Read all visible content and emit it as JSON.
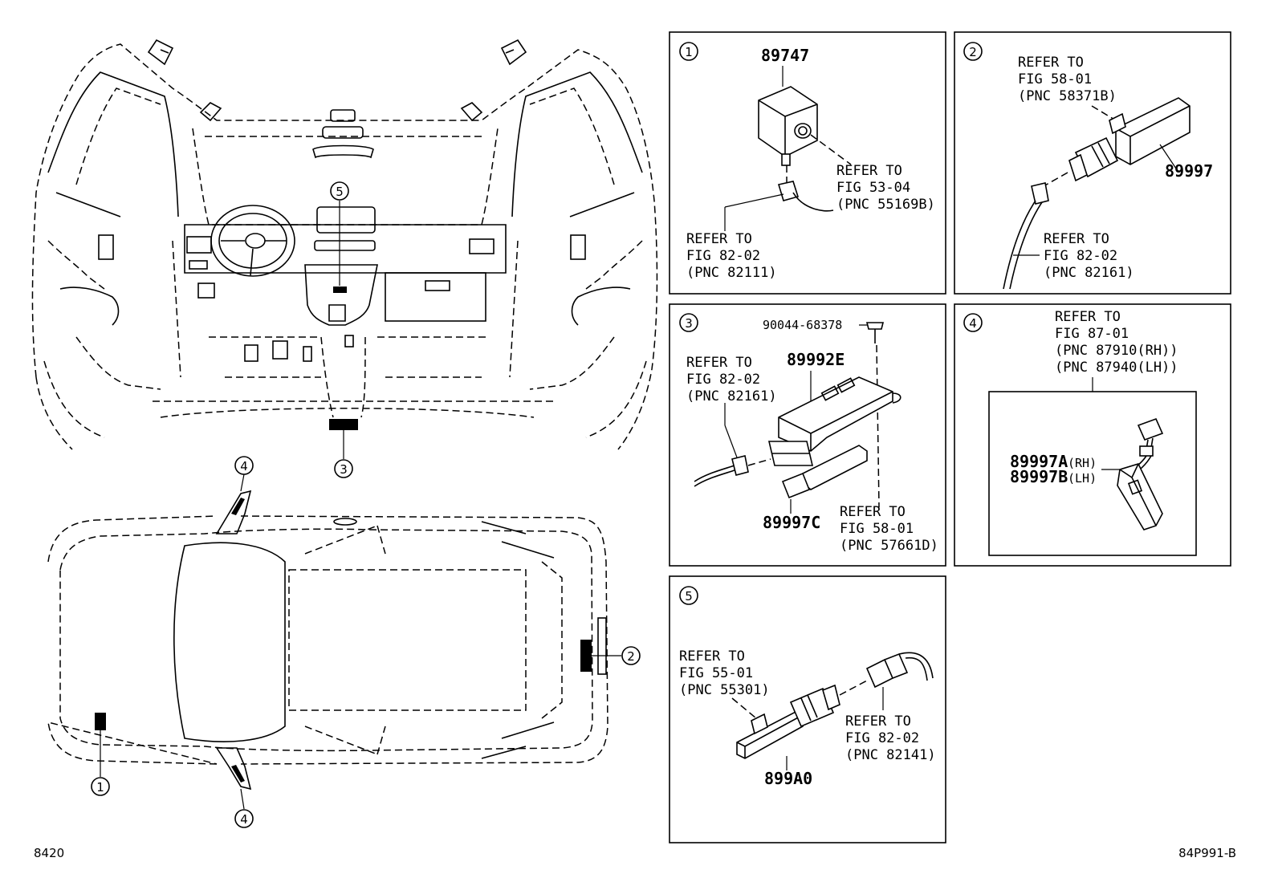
{
  "callouts": {
    "c1": "1",
    "c2": "2",
    "c3": "3",
    "c4": "4",
    "c5": "5"
  },
  "panels": {
    "p1": {
      "number": "1",
      "part": "89747",
      "ref_a": [
        "REFER TO",
        "FIG 53-04",
        "(PNC 55169B)"
      ],
      "ref_b": [
        "REFER TO",
        "FIG 82-02",
        "(PNC 82111)"
      ]
    },
    "p2": {
      "number": "2",
      "part": "89997",
      "ref_a": [
        "REFER TO",
        "FIG 58-01",
        "(PNC 58371B)"
      ],
      "ref_b": [
        "REFER TO",
        "FIG 82-02",
        "(PNC 82161)"
      ]
    },
    "p3": {
      "number": "3",
      "screw": "90044-68378",
      "part_a": "89992E",
      "part_b": "89997C",
      "ref_a": [
        "REFER TO",
        "FIG 82-02",
        "(PNC 82161)"
      ],
      "ref_b": [
        "REFER TO",
        "FIG 58-01",
        "(PNC 57661D)"
      ]
    },
    "p4": {
      "number": "4",
      "ref": [
        "REFER TO",
        "FIG 87-01",
        "(PNC 87910(RH))",
        "(PNC 87940(LH))"
      ],
      "part_rh": "89997A",
      "side_rh": "(RH)",
      "part_lh": "89997B",
      "side_lh": "(LH)"
    },
    "p5": {
      "number": "5",
      "part": "899A0",
      "ref_a": [
        "REFER TO",
        "FIG 55-01",
        "(PNC 55301)"
      ],
      "ref_b": [
        "REFER TO",
        "FIG 82-02",
        "(PNC 82141)"
      ]
    }
  },
  "footer": {
    "left_code": "8420",
    "right_code": "84P991-B"
  }
}
